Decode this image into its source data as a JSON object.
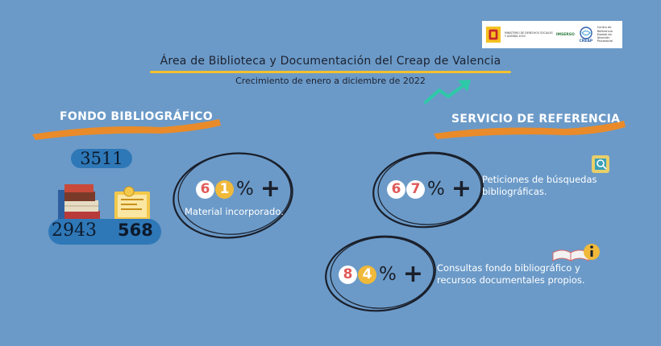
{
  "header": {
    "title": "Área de Biblioteca y Documentación del Creap de Valencia",
    "subtitle": "Crecimiento de enero a diciembre de 2022"
  },
  "logo": {
    "ministry": "MINISTERIO DE DERECHOS SOCIALES Y AGENDA 2030",
    "imserso": "IMSERSO",
    "creap": "CREAP",
    "centro": "Centro de Referencia Estatal de Atención Psicosocial"
  },
  "fondo": {
    "title": "FONDO BIBLIOGRÁFICO",
    "count_top": "3511",
    "count_left": "2943",
    "count_right": "568",
    "stat": {
      "digits": [
        "6",
        "1"
      ],
      "percent": "%",
      "plus": "+"
    },
    "description": "Material incorporado."
  },
  "servicio": {
    "title": "SERVICIO DE REFERENCIA",
    "stat1": {
      "digits": [
        "6",
        "7"
      ],
      "percent": "%",
      "plus": "+",
      "description": "Peticiones de búsquedas bibliográficas."
    },
    "stat2": {
      "digits": [
        "8",
        "4"
      ],
      "percent": "%",
      "plus": "+",
      "description": "Consultas fondo bibliográfico y recursos documentales propios."
    }
  },
  "icons": [
    "books-stack-icon",
    "newspaper-icon",
    "trend-arrow-icon",
    "search-document-icon",
    "open-book-icon",
    "info-icon"
  ],
  "colors": {
    "background": "#6b9ac8",
    "accent_yellow": "#f2c12e",
    "accent_orange": "#e98b2a",
    "pill_blue": "#2f78b8",
    "digit_red": "#e05a5a",
    "arrow_teal": "#2ec9a8"
  }
}
